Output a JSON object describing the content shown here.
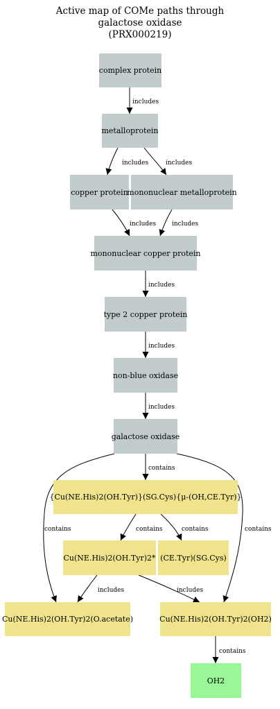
{
  "title": {
    "line1": "Active map of COMe paths through",
    "line2": "galactose oxidase",
    "line3": "(PRX000219)"
  },
  "colors": {
    "class_node": "#c2cccc",
    "component_node": "#efe38c",
    "ligand_node": "#99f798"
  },
  "nodes": {
    "complex_protein": "complex protein",
    "metalloprotein": "metalloprotein",
    "copper_protein": "copper protein",
    "mononuclear_metalloprotein": "mononuclear metalloprotein",
    "mononuclear_copper_protein": "mononuclear copper protein",
    "type2_copper_protein": "type 2 copper protein",
    "non_blue_oxidase": "non-blue oxidase",
    "galactose_oxidase": "galactose oxidase",
    "cu_cluster": "{Cu(NE.His)2(OH.Tyr)}(SG.Cys){μ-(OH,CE.Tyr)}",
    "cu_his_tyr2": "Cu(NE.His)2(OH.Tyr)2*",
    "ce_tyr_sg_cys": "(CE.Tyr)(SG.Cys)",
    "cu_acetate": "Cu(NE.His)2(OH.Tyr)2(O.acetate)",
    "cu_oh2": "Cu(NE.His)2(OH.Tyr)2(OH2)",
    "oh2": "OH2"
  },
  "edge_labels": {
    "includes": "includes",
    "contains": "contains"
  }
}
